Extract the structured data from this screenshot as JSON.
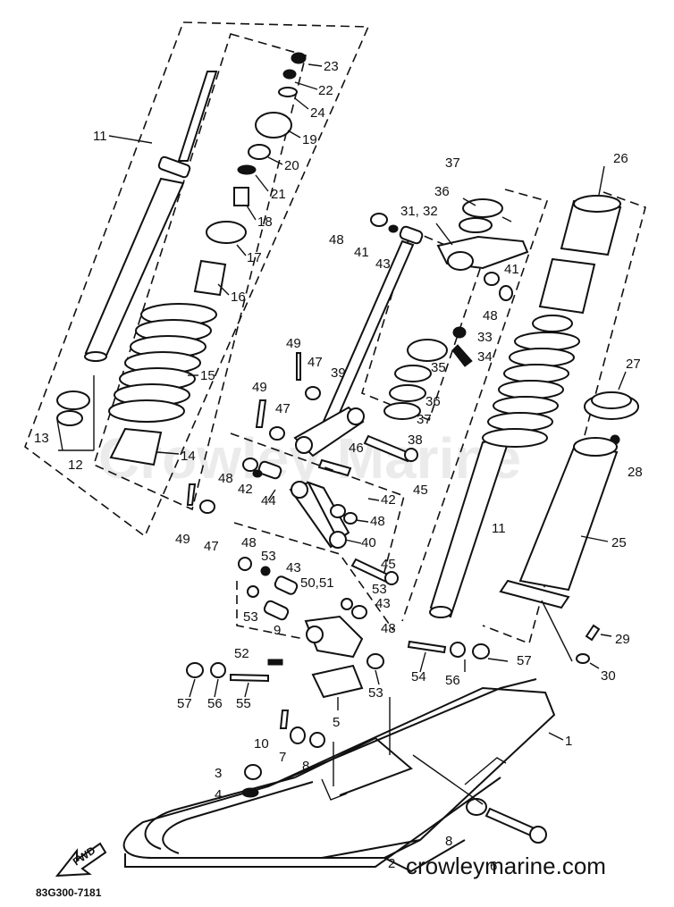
{
  "diagram": {
    "watermark_text": "crowleymarine.com",
    "faint_watermark": "Crowley Marine",
    "drawing_code": "83G300-7181",
    "fwd_label": "FWD",
    "callouts": {
      "c1": "1",
      "c2": "2",
      "c3": "3",
      "c4": "4",
      "c5": "5",
      "c6": "6",
      "c7": "7",
      "c8a": "8",
      "c8b": "8",
      "c9": "9",
      "c10": "10",
      "c11a": "11",
      "c11b": "11",
      "c12": "12",
      "c13": "13",
      "c14": "14",
      "c15": "15",
      "c16": "16",
      "c17": "17",
      "c18": "18",
      "c19": "19",
      "c20": "20",
      "c21": "21",
      "c22": "22",
      "c23": "23",
      "c24": "24",
      "c25": "25",
      "c26": "26",
      "c27": "27",
      "c28": "28",
      "c29": "29",
      "c30": "30",
      "c3132": "31, 32",
      "c33": "33",
      "c34": "34",
      "c35": "35",
      "c36a": "36",
      "c36b": "36",
      "c37a": "37",
      "c37b": "37",
      "c38": "38",
      "c39": "39",
      "c40": "40",
      "c41a": "41",
      "c41b": "41",
      "c42a": "42",
      "c42b": "42",
      "c43a": "43",
      "c43b": "43",
      "c44": "44",
      "c45a": "45",
      "c45b": "45",
      "c46": "46",
      "c47a": "47",
      "c47b": "47",
      "c47c": "47",
      "c48a": "48",
      "c48b": "48",
      "c48c": "48",
      "c48d": "48",
      "c48e": "48",
      "c48f": "48",
      "c49a": "49",
      "c49b": "49",
      "c49c": "49",
      "c5051": "50,51",
      "c52": "52",
      "c53a": "53",
      "c53b": "53",
      "c53c": "53",
      "c53d": "53",
      "c54": "54",
      "c55": "55",
      "c56a": "56",
      "c56b": "56",
      "c57a": "57",
      "c57b": "57"
    }
  }
}
